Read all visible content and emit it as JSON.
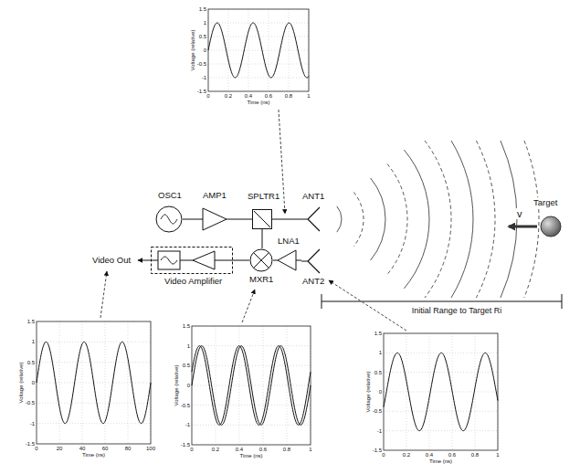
{
  "diagram": {
    "nodes": [
      {
        "text": [
          "OSC1"
        ]
      },
      {
        "text": [
          "AMP1"
        ]
      },
      {
        "text": [
          "SPLTR1"
        ]
      },
      {
        "text": [
          "ANT1"
        ]
      },
      {
        "text": [
          "ANT2"
        ]
      },
      {
        "text": [
          "MXR1"
        ]
      },
      {
        "text": [
          "LNA1"
        ]
      },
      {
        "text": [
          "Video Amplifier"
        ]
      },
      {
        "text": [
          "Target"
        ]
      }
    ],
    "edges": [
      {
        "from": 0,
        "to": 1,
        "arrow": "none"
      },
      {
        "from": 1,
        "to": 2,
        "arrow": "none"
      },
      {
        "from": 2,
        "to": 3,
        "arrow": "none"
      },
      {
        "from": 2,
        "to": 5,
        "arrow": "none"
      },
      {
        "from": 4,
        "to": 6,
        "arrow": "none"
      },
      {
        "from": 6,
        "to": 5,
        "arrow": "none"
      },
      {
        "from": 5,
        "to": 7,
        "arrow": "none"
      }
    ],
    "labels": [
      "1.5",
      "1",
      "0.5",
      "0",
      "-0.5",
      "-1",
      "-1.5",
      "0",
      "0.2",
      "0.4",
      "0.6",
      "0.8",
      "1",
      "Voltage (relative)",
      "Time (ns)",
      "1.5",
      "1",
      "0.5",
      "0",
      "-0.5",
      "-1",
      "-1.5",
      "0",
      "20",
      "40",
      "60",
      "80",
      "100",
      "Voltage (relative)",
      "Time (ns)",
      "1.5",
      "1",
      "0.5",
      "0",
      "-0.5",
      "-1",
      "-1.5",
      "0",
      "0.2",
      "0.4",
      "0.6",
      "0.8",
      "1",
      "Voltage (relative)",
      "Time (ns)",
      "1.5",
      "1",
      "0.5",
      "0",
      "-0.5",
      "-1",
      "-1.5",
      "0",
      "0.2",
      "0.4",
      "0.6",
      "0.8",
      "1",
      "Voltage (relative)",
      "Time (ns)",
      "Video Out",
      "Initial Range to Target Ri",
      "v"
    ]
  }
}
